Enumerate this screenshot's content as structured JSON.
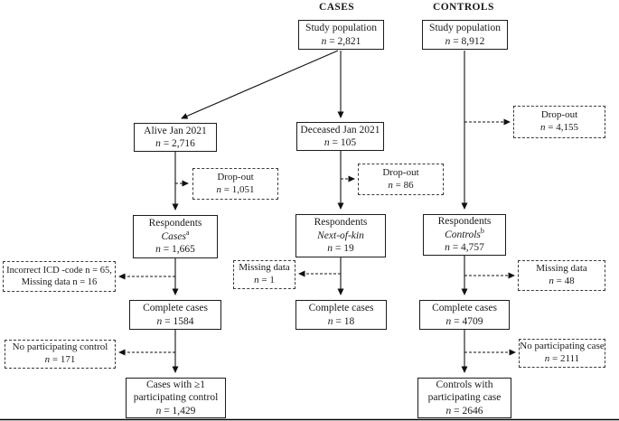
{
  "headers": {
    "cases": "CASES",
    "controls": "CONTROLS"
  },
  "nodes": {
    "sp_cases": {
      "title": "Study population",
      "n_text": "n = 2,821"
    },
    "sp_controls": {
      "title": "Study population",
      "n_text": "n = 8,912"
    },
    "alive": {
      "title": "Alive Jan 2021",
      "n_text": "n = 2,716"
    },
    "deceased": {
      "title": "Deceased Jan 2021",
      "n_text": "n = 105"
    },
    "dropout_alive": {
      "title": "Drop-out",
      "n_text": "n = 1,051"
    },
    "dropout_deceased": {
      "title": "Drop-out",
      "n_text": "n = 86"
    },
    "dropout_controls": {
      "title": "Drop-out",
      "n_text": "n = 4,155"
    },
    "resp_cases": {
      "title": "Respondents",
      "subtitle": "Cases",
      "sup": "a",
      "n_text": "n = 1,665"
    },
    "resp_nok": {
      "title": "Respondents",
      "subtitle": "Next-of-kin",
      "sup": "",
      "n_text": "n = 19"
    },
    "resp_controls": {
      "title": "Respondents",
      "subtitle": "Controls",
      "sup": "b",
      "n_text": "n = 4,757"
    },
    "icd_note": {
      "line1": "Incorrect ICD -code n = 65,",
      "line2": "Missing data n = 16"
    },
    "missing_nok": {
      "title": "Missing data",
      "n_text": "n = 1"
    },
    "missing_controls": {
      "title": "Missing data",
      "n_text": "n = 48"
    },
    "complete_cases": {
      "title": "Complete cases",
      "n_text": "n = 1584"
    },
    "complete_nok": {
      "title": "Complete cases",
      "n_text": "n = 18"
    },
    "complete_controls": {
      "title": "Complete cases",
      "n_text": "n = 4709"
    },
    "no_control": {
      "title": "No participating control",
      "n_text": "n = 171"
    },
    "no_case": {
      "title": "No participating case",
      "n_text": "n = 2111"
    },
    "cases_final": {
      "line1": "Cases with ≥1",
      "line2": "participating control",
      "n_text": "n = 1,429"
    },
    "controls_final": {
      "line1": "Controls with",
      "line2": "participating case",
      "n_text": "n = 2646"
    }
  }
}
